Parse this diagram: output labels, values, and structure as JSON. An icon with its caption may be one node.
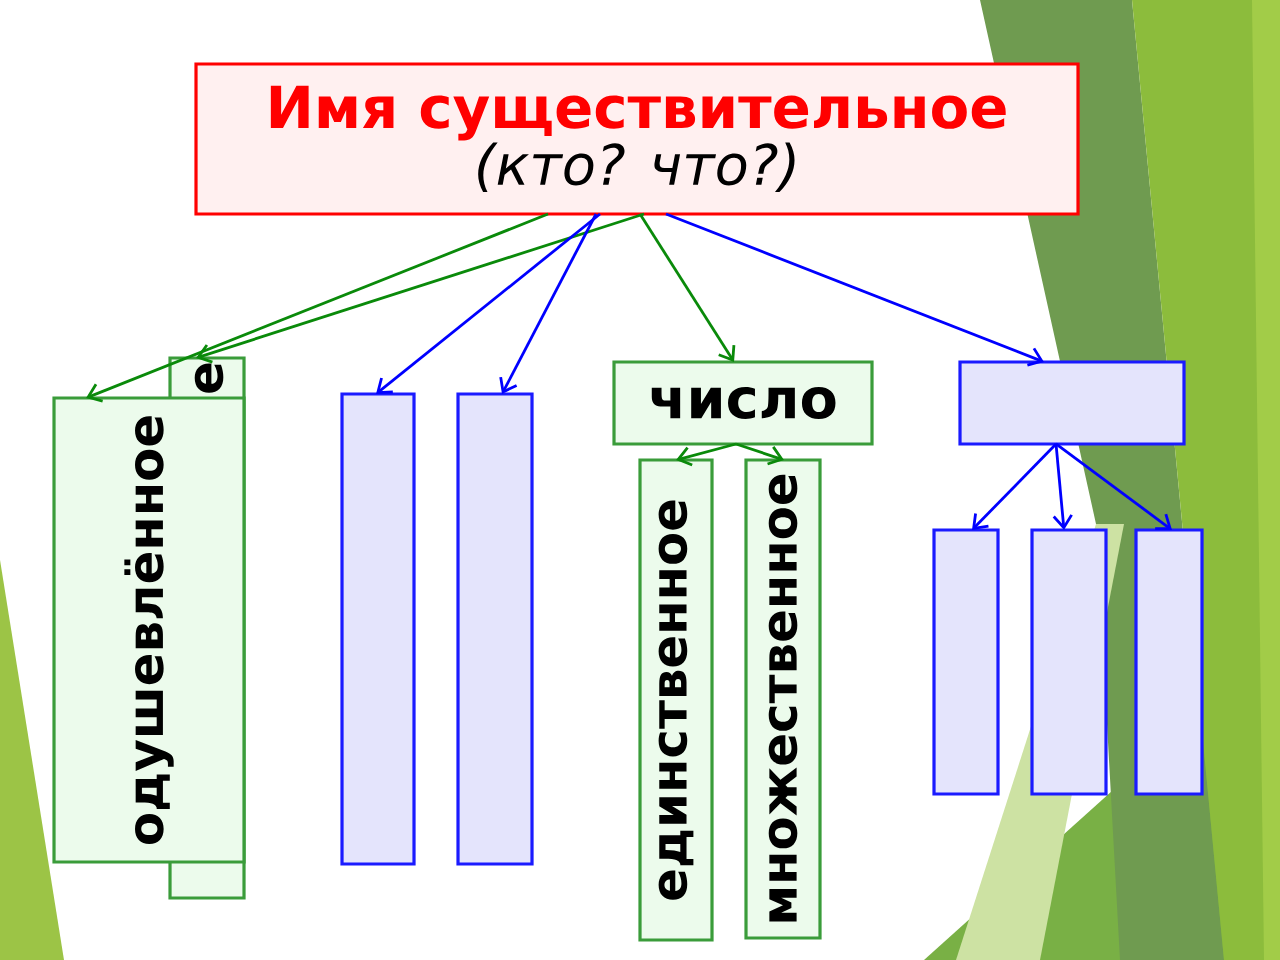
{
  "diagram": {
    "nodes": [
      {
        "text": [
          "Имя существительное",
          "(кто? что?)"
        ]
      },
      {
        "text": [
          "е"
        ]
      },
      {
        "text": [
          "одушевлённое"
        ]
      },
      {
        "text": [],
        "shape": "box"
      },
      {
        "text": [],
        "shape": "box"
      },
      {
        "text": [
          "число"
        ]
      },
      {
        "text": [
          "единственное"
        ]
      },
      {
        "text": [
          "множественное"
        ]
      },
      {
        "text": [],
        "shape": "box"
      },
      {
        "text": [],
        "shape": "box"
      },
      {
        "text": [],
        "shape": "box"
      },
      {
        "text": [],
        "shape": "box"
      }
    ],
    "edges": [
      {
        "from": 0,
        "to": 2,
        "arrow": "to",
        "color": "#0a8a0a"
      },
      {
        "from": 0,
        "to": 1,
        "arrow": "to",
        "color": "#0a8a0a"
      },
      {
        "from": 0,
        "to": 3,
        "arrow": "to"
      },
      {
        "from": 0,
        "to": 4,
        "arrow": "to"
      },
      {
        "from": 0,
        "to": 5,
        "arrow": "to",
        "color": "#0a8a0a"
      },
      {
        "from": 0,
        "to": 8,
        "arrow": "to"
      },
      {
        "from": 5,
        "to": 6,
        "arrow": "to",
        "color": "#0a8a0a"
      },
      {
        "from": 5,
        "to": 7,
        "arrow": "to",
        "color": "#0a8a0a"
      },
      {
        "from": 8,
        "to": 9,
        "arrow": "to"
      },
      {
        "from": 8,
        "to": 10,
        "arrow": "to"
      },
      {
        "from": 8,
        "to": 11,
        "arrow": "to"
      }
    ]
  }
}
